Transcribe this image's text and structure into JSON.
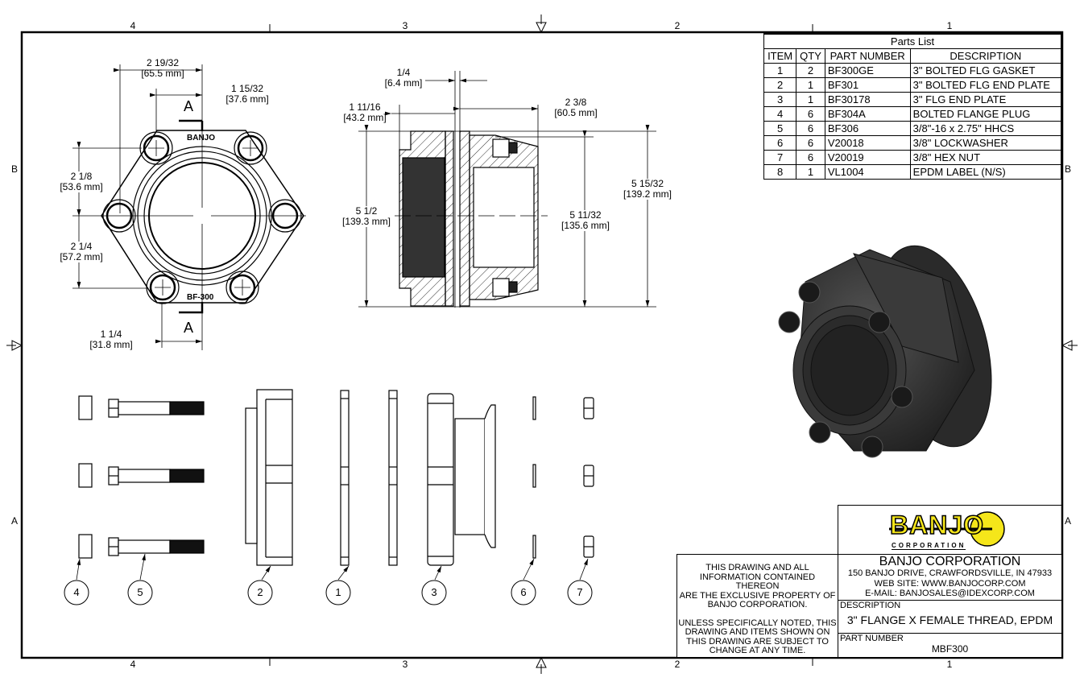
{
  "zones": {
    "top": [
      "4",
      "3",
      "2",
      "1"
    ],
    "bottom": [
      "4",
      "3",
      "2",
      "1"
    ],
    "left": [
      "B",
      "A"
    ],
    "right": [
      "B",
      "A"
    ]
  },
  "parts_list": {
    "title": "Parts List",
    "columns": [
      "ITEM",
      "QTY",
      "PART NUMBER",
      "DESCRIPTION"
    ],
    "rows": [
      {
        "item": "1",
        "qty": "2",
        "part_number": "BF300GE",
        "description": "3\" BOLTED FLG GASKET"
      },
      {
        "item": "2",
        "qty": "1",
        "part_number": "BF301",
        "description": "3\" BOLTED FLG END PLATE"
      },
      {
        "item": "3",
        "qty": "1",
        "part_number": "BF30178",
        "description": "3\" FLG END PLATE"
      },
      {
        "item": "4",
        "qty": "6",
        "part_number": "BF304A",
        "description": "BOLTED FLANGE PLUG"
      },
      {
        "item": "5",
        "qty": "6",
        "part_number": "BF306",
        "description": "3/8\"-16 x 2.75\" HHCS"
      },
      {
        "item": "6",
        "qty": "6",
        "part_number": "V20018",
        "description": "3/8\" LOCKWASHER"
      },
      {
        "item": "7",
        "qty": "6",
        "part_number": "V20019",
        "description": "3/8\" HEX NUT"
      },
      {
        "item": "8",
        "qty": "1",
        "part_number": "VL1004",
        "description": "EPDM LABEL (N/S)"
      }
    ]
  },
  "front_view": {
    "dims": {
      "d1": {
        "frac": "2 19/32",
        "mm": "[65.5 mm]"
      },
      "d2": {
        "frac": "1 15/32",
        "mm": "[37.6 mm]"
      },
      "d3": {
        "frac": "2 1/8",
        "mm": "[53.6 mm]"
      },
      "d4": {
        "frac": "2 1/4",
        "mm": "[57.2 mm]"
      },
      "d5": {
        "frac": "1 1/4",
        "mm": "[31.8 mm]"
      }
    },
    "section_label": "A",
    "emboss_top": "BANJO",
    "emboss_bottom": "BF-300"
  },
  "section_view": {
    "dims": {
      "d1": {
        "frac": "1/4",
        "mm": "[6.4 mm]"
      },
      "d2": {
        "frac": "1 11/16",
        "mm": "[43.2 mm]"
      },
      "d3": {
        "frac": "2 3/8",
        "mm": "[60.5 mm]"
      },
      "d4": {
        "frac": "5 1/2",
        "mm": "[139.3 mm]"
      },
      "d5": {
        "frac": "5 11/32",
        "mm": "[135.6 mm]"
      },
      "d6": {
        "frac": "5 15/32",
        "mm": "[139.2 mm]"
      }
    }
  },
  "balloons": [
    "4",
    "5",
    "2",
    "1",
    "3",
    "6",
    "7"
  ],
  "title_block": {
    "logo_text": "BANJO",
    "logo_sub": "CORPORATION",
    "notice_1": [
      "THIS DRAWING AND ALL",
      "INFORMATION CONTAINED THEREON",
      "ARE THE EXCLUSIVE PROPERTY OF",
      "BANJO CORPORATION."
    ],
    "notice_2": [
      "UNLESS SPECIFICALLY NOTED, THIS",
      "DRAWING AND ITEMS SHOWN ON",
      "THIS DRAWING ARE SUBJECT TO",
      "CHANGE AT ANY TIME."
    ],
    "company": "BANJO CORPORATION",
    "address": "150 BANJO DRIVE, CRAWFORDSVILLE, IN 47933",
    "website": "WEB SITE: WWW.BANJOCORP.COM",
    "email": "E-MAIL: BANJOSALES@IDEXCORP.COM",
    "description_label": "DESCRIPTION",
    "description": "3\" FLANGE X FEMALE THREAD, EPDM",
    "part_number_label": "PART NUMBER",
    "part_number": "MBF300"
  },
  "colors": {
    "logo_yellow": "#f5e61a",
    "render_dark": "#2e2e2e"
  }
}
